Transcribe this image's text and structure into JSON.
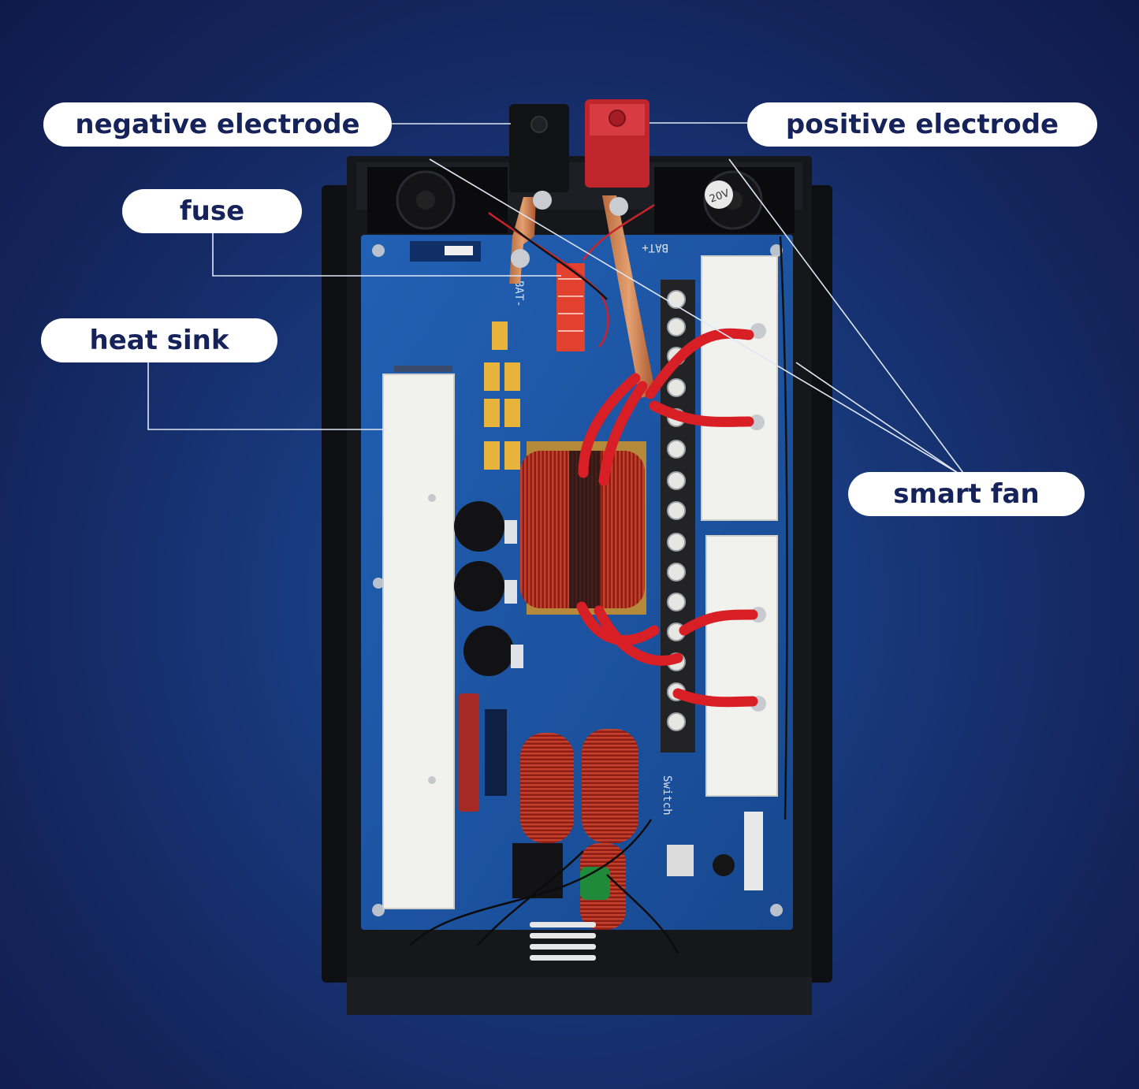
{
  "labels": {
    "negative_electrode": "negative electrode",
    "positive_electrode": "positive electrode",
    "fuse": "fuse",
    "heat_sink": "heat sink",
    "smart_fan": "smart fan"
  },
  "board_text": {
    "fan_badge": "20V",
    "bat_plus": "BAT+",
    "bat_minus": "BAT-",
    "switch": "Switch"
  },
  "colors": {
    "background": "#14265e",
    "label_bg": "#ffffff",
    "label_text": "#16235a",
    "leader_line": "#dfe6f5",
    "pcb": "#1d56a8",
    "chassis": "#121316",
    "copper_wire": "#b5322a",
    "cable_red": "#d81f26",
    "heat_sink": "#f2f2ef"
  }
}
